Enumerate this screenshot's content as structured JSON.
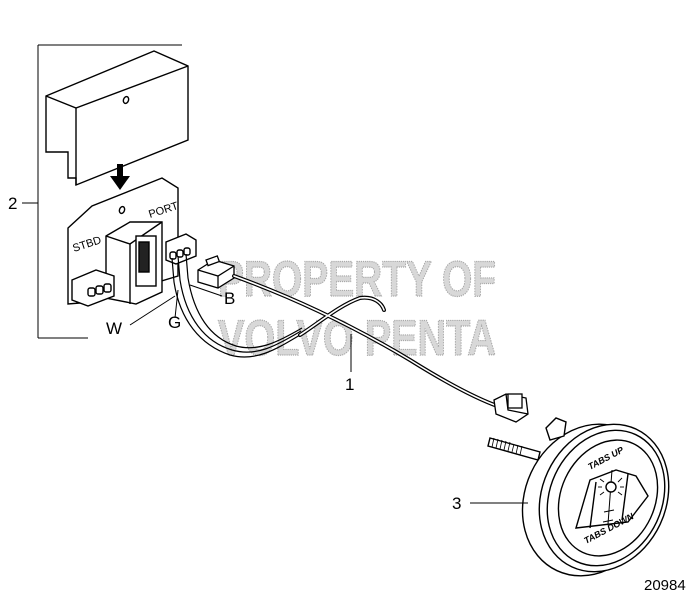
{
  "diagram": {
    "figure_number": "20984",
    "watermark": {
      "line1": "PROPERTY OF",
      "line2": "VOLVO PENTA",
      "color": "#b0b0b0"
    },
    "callouts": [
      {
        "id": "1",
        "label": "1",
        "part": "cable"
      },
      {
        "id": "2",
        "label": "2",
        "part": "control-module"
      },
      {
        "id": "3",
        "label": "3",
        "part": "indicator-gauge"
      }
    ],
    "wire_labels": {
      "w": "W",
      "g": "G",
      "b": "B"
    },
    "module": {
      "stbd_label": "STBD",
      "port_label": "PORT"
    },
    "gauge": {
      "top_text": "TABS UP",
      "bottom_text": "TABS DOWN"
    },
    "colors": {
      "line": "#000000",
      "background": "#ffffff",
      "watermark": "#b0b0b0"
    }
  }
}
